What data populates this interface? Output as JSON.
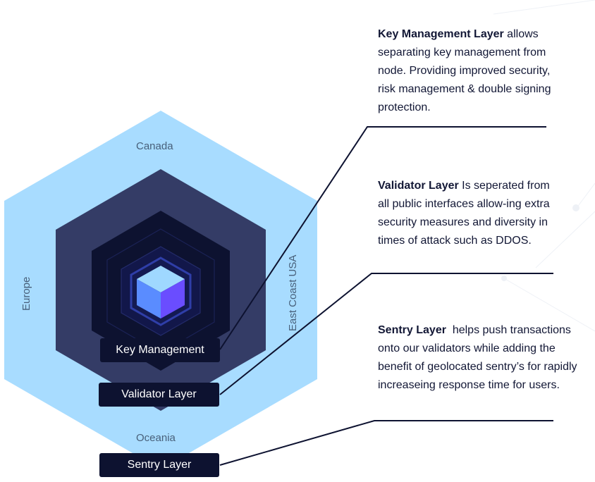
{
  "regions": {
    "north": "Canada",
    "west": "Europe",
    "east": "East Coast USA",
    "south": "Oceania"
  },
  "layers": [
    {
      "badge": "Key Management",
      "title": "Key Management Layer",
      "description": " allows separating key management from node. Providing improved security, risk management & double signing protection."
    },
    {
      "badge": "Validator Layer",
      "title": "Validator Layer",
      "description": " Is seperated from all public interfaces allow-ing extra security measures and diversity in times of attack such as DDOS."
    },
    {
      "badge": "Sentry Layer",
      "title": "Sentry Layer",
      "description": "  helps push transactions onto our validators while adding the benefit of geolocated sentry’s for rapidly increaseing response time for users."
    }
  ],
  "colors": {
    "outer_hex": "#a8dcff",
    "middle_hex": "#343c66",
    "inner_hex": "#0d1230",
    "badge_bg": "#0d1230",
    "leader_line": "#0d1230",
    "cube_top": "#9fd8ff",
    "cube_left": "#5a8cff",
    "cube_right": "#6a4dff"
  }
}
